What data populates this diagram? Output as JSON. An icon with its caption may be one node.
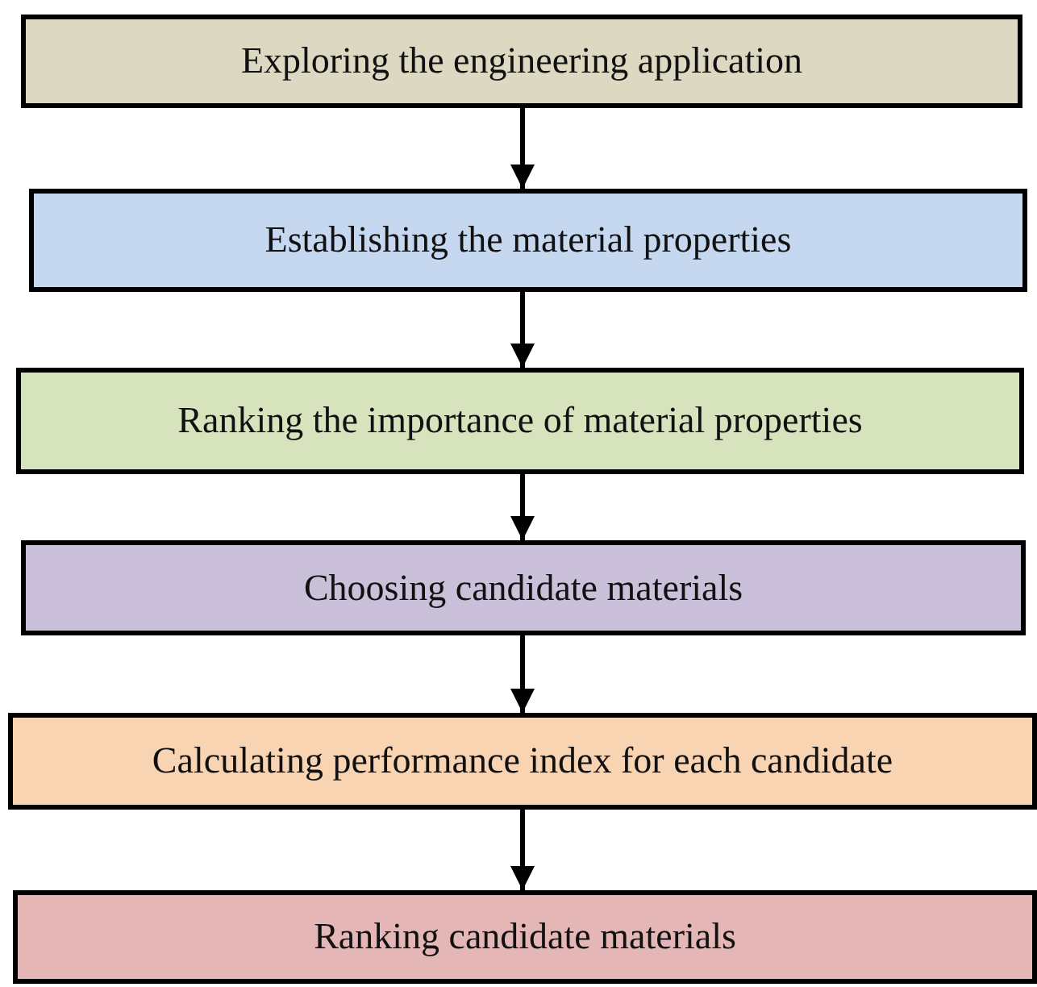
{
  "diagram": {
    "nodes": [
      {
        "text": [
          "Exploring the engineering application"
        ]
      },
      {
        "text": [
          "Establishing the material properties"
        ]
      },
      {
        "text": [
          "Ranking the importance of material properties"
        ]
      },
      {
        "text": [
          "Choosing candidate materials"
        ]
      },
      {
        "text": [
          "Calculating performance index for each candidate"
        ]
      },
      {
        "text": [
          "Ranking candidate materials"
        ]
      }
    ],
    "edges": [
      {
        "from": 0,
        "to": 1,
        "arrow": "to"
      },
      {
        "from": 1,
        "to": 2,
        "arrow": "to"
      },
      {
        "from": 2,
        "to": 3,
        "arrow": "to"
      },
      {
        "from": 3,
        "to": 4,
        "arrow": "to"
      },
      {
        "from": 4,
        "to": 5,
        "arrow": "to"
      }
    ]
  }
}
